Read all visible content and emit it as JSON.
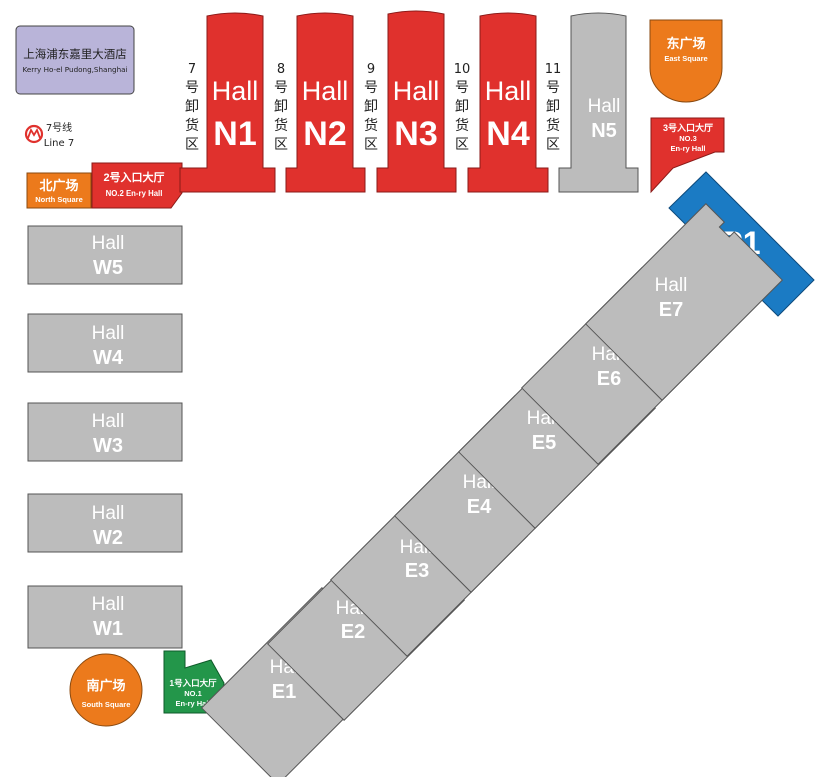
{
  "hotel": {
    "name_cn": "上海浦东嘉里大酒店",
    "name_en": "Kerry Ho-el Pudong,Shanghai"
  },
  "metro": {
    "line_cn": "7号线",
    "line_en": "Line 7"
  },
  "squares": {
    "north": {
      "cn": "北广场",
      "en": "North Square"
    },
    "east": {
      "cn": "东广场",
      "en": "East Square"
    },
    "south": {
      "cn": "南广场",
      "en": "South Square"
    }
  },
  "entries": {
    "no2": {
      "cn": "2号入口大厅",
      "en": "NO.2 En-ry Hall"
    },
    "no3": {
      "cn": "3号入口大厅",
      "line2": "NO.3",
      "line3": "En-ry Hall"
    },
    "no1": {
      "cn": "1号入口大厅",
      "line2": "NO.1",
      "line3": "En-ry Hall"
    }
  },
  "loading_docks": [
    {
      "num": "7",
      "chars": [
        "号",
        "卸",
        "货",
        "区"
      ]
    },
    {
      "num": "8",
      "chars": [
        "号",
        "卸",
        "货",
        "区"
      ]
    },
    {
      "num": "9",
      "chars": [
        "号",
        "卸",
        "货",
        "区"
      ]
    },
    {
      "num": "10",
      "chars": [
        "号",
        "卸",
        "货",
        "区"
      ]
    },
    {
      "num": "11",
      "chars": [
        "号",
        "卸",
        "货",
        "区"
      ]
    }
  ],
  "halls": {
    "hall_word": "Hall",
    "north": [
      "N1",
      "N2",
      "N3",
      "N4",
      "N5"
    ],
    "west": [
      "W5",
      "W4",
      "W3",
      "W2",
      "W1"
    ],
    "east": [
      "E1",
      "E2",
      "E3",
      "E4",
      "E5",
      "E6",
      "E7"
    ],
    "p1": "P1"
  },
  "colors": {
    "north_red": "#e0312d",
    "hall_gray": "#bcbcbc",
    "square_orange": "#ec7a1c",
    "entry_green": "#23964a",
    "p1_blue": "#1b7bc4",
    "hotel_purple": "#b9b4d9"
  }
}
